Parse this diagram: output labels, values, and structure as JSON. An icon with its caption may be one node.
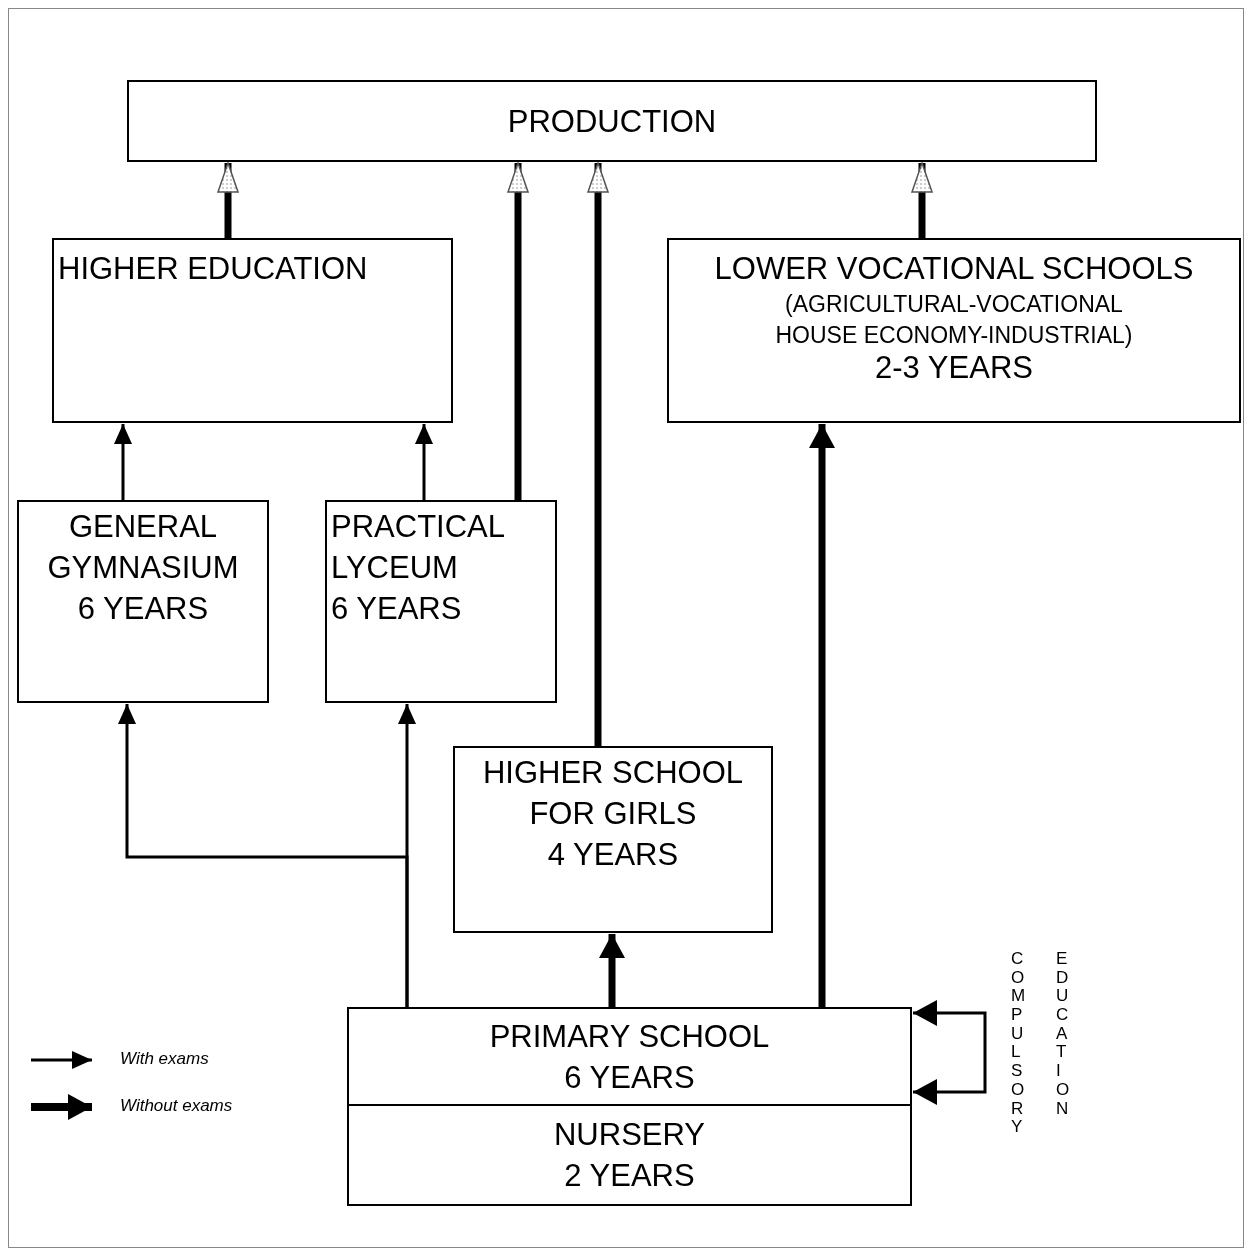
{
  "diagram": {
    "nodes": [
      {
        "text": [
          "PRODUCTION"
        ]
      },
      {
        "text": [
          "HIGHER EDUCATION"
        ]
      },
      {
        "text": [
          "LOWER VOCATIONAL SCHOOLS",
          "(AGRICULTURAL-VOCATIONAL HOUSE ECONOMY-INDUSTRIAL)",
          "2-3 YEARS"
        ]
      },
      {
        "text": [
          "GENERAL GYMNASIUM 6 YEARS"
        ]
      },
      {
        "text": [
          "PRACTICAL LYCEUM 6 YEARS"
        ]
      },
      {
        "text": [
          "HIGHER SCHOOL FOR GIRLS 4 YEARS"
        ]
      },
      {
        "text": [
          "PRIMARY SCHOOL 6 YEARS"
        ]
      },
      {
        "text": [
          "NURSERY 2 YEARS"
        ]
      }
    ],
    "edges": [
      {
        "from": 1,
        "to": 0,
        "arrow": "to",
        "style": "thick"
      },
      {
        "from": 4,
        "to": 0,
        "arrow": "to",
        "style": "thick"
      },
      {
        "from": 5,
        "to": 0,
        "arrow": "to",
        "style": "thick"
      },
      {
        "from": 2,
        "to": 0,
        "arrow": "to",
        "style": "thick"
      },
      {
        "from": 3,
        "to": 1,
        "arrow": "to"
      },
      {
        "from": 4,
        "to": 1,
        "arrow": "to"
      },
      {
        "from": 6,
        "to": 3,
        "arrow": "to"
      },
      {
        "from": 6,
        "to": 4,
        "arrow": "to"
      },
      {
        "from": 6,
        "to": 5,
        "arrow": "to",
        "style": "thick"
      },
      {
        "from": 6,
        "to": 2,
        "arrow": "to",
        "style": "thick"
      },
      {
        "from": null,
        "to": 6,
        "arrow": "to"
      },
      {
        "from": null,
        "to": 6,
        "arrow": "to"
      }
    ],
    "labels": [
      "COMPULSORY",
      "EDUCATION"
    ],
    "legend": [
      {
        "text": "With exams"
      },
      {
        "text": "Without exams"
      }
    ]
  }
}
